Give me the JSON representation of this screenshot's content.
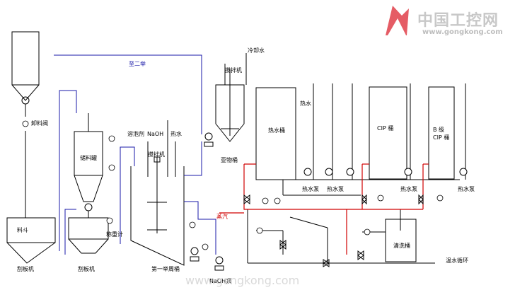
{
  "logo": {
    "brand_cn": "中国工控网",
    "url": "www.gongkong.com",
    "watermark": "www.gongkong.com"
  },
  "colors": {
    "line": "#000000",
    "pipe_blue": "#1a1aa8",
    "pipe_red": "#d00000",
    "logo_red": "#e0404a",
    "logo_gray": "#c8c8c8"
  },
  "labels": {
    "cip_return": "至二举",
    "feed_valve": "卸料阀",
    "hopper": "料斗",
    "elevator_1": "刮板机",
    "elevator_2": "刮板机",
    "storage_tank": "储料罐",
    "weigher": "称重计",
    "additive": "溶泡剂",
    "naoh": "NaOH",
    "hot_water": "热水",
    "mixer_1": "搅拌机",
    "mixer_2": "搅拌机",
    "tank_1": "第一举周桶",
    "naoh_pump": "NaOH泵",
    "cooling_water": "冷却水",
    "subtank": "亚物桶",
    "steam": "蒸汽",
    "hot_water_tank": "热水桶",
    "hot_water_top": "热水",
    "cip_tank": "CIP 桶",
    "b_cip_tank_1": "B 级",
    "b_cip_tank_2": "CIP 桶",
    "pump_a": "热水泵",
    "pump_b": "热水泵",
    "pump_c": "热水泵",
    "pump_d": "热水泵",
    "clean_tank": "清洗桶",
    "cold_water_return": "温水循环"
  }
}
